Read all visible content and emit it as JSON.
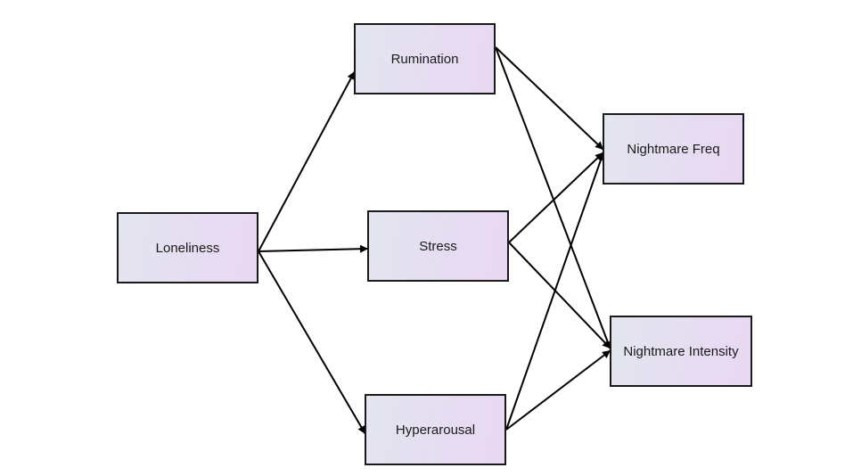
{
  "diagram": {
    "type": "path-model",
    "nodes": [
      {
        "id": "loneliness",
        "label": "Loneliness"
      },
      {
        "id": "rumination",
        "label": "Rumination"
      },
      {
        "id": "stress",
        "label": "Stress"
      },
      {
        "id": "hyperarousal",
        "label": "Hyperarousal"
      },
      {
        "id": "nightmare_freq",
        "label": "Nightmare Freq"
      },
      {
        "id": "nightmare_intensity",
        "label": "Nightmare Intensity"
      }
    ],
    "edges": [
      {
        "from": "loneliness",
        "to": "rumination"
      },
      {
        "from": "loneliness",
        "to": "stress"
      },
      {
        "from": "loneliness",
        "to": "hyperarousal"
      },
      {
        "from": "rumination",
        "to": "nightmare_freq"
      },
      {
        "from": "rumination",
        "to": "nightmare_intensity"
      },
      {
        "from": "stress",
        "to": "nightmare_freq"
      },
      {
        "from": "stress",
        "to": "nightmare_intensity"
      },
      {
        "from": "hyperarousal",
        "to": "nightmare_freq"
      },
      {
        "from": "hyperarousal",
        "to": "nightmare_intensity"
      }
    ],
    "colors": {
      "node_fill_start": "#e3e6ee",
      "node_fill_end": "#e8d8f2",
      "border": "#1a1a1a",
      "edge": "#000000"
    }
  }
}
